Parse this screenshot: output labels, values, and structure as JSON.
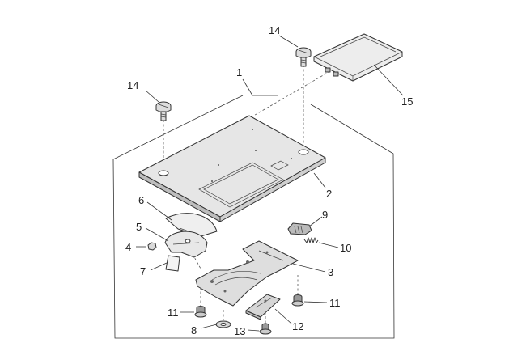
{
  "diagram": {
    "labels": {
      "p1": "1",
      "p2": "2",
      "p3": "3",
      "p4": "4",
      "p5": "5",
      "p6": "6",
      "p7": "7",
      "p8": "8",
      "p9": "9",
      "p10": "10",
      "p11a": "11",
      "p11b": "11",
      "p12": "12",
      "p13": "13",
      "p14a": "14",
      "p14b": "14",
      "p15": "15"
    },
    "colors": {
      "line": "#333333",
      "plate_fill": "#e6e6e6",
      "part_fill": "#dcdcdc",
      "dark_fill": "#8a8a8a"
    }
  }
}
